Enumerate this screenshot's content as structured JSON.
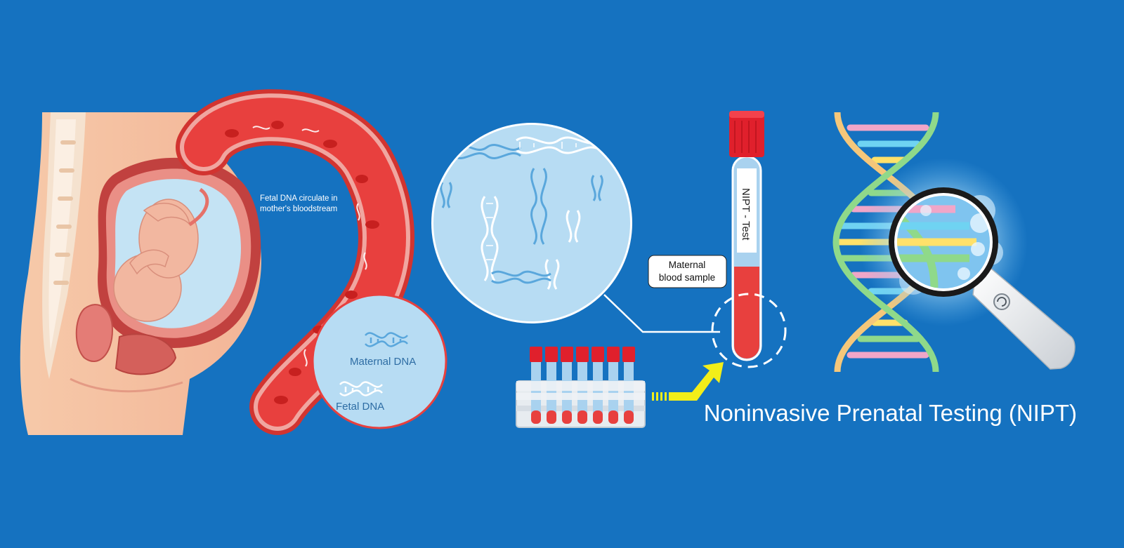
{
  "labels": {
    "fetal_circulation": [
      "Fetal DNA circulate in",
      "mother's bloodstream"
    ],
    "maternal_dna": "Maternal DNA",
    "fetal_dna": "Fetal DNA",
    "maternal_sample": [
      "Maternal",
      "blood sample"
    ],
    "tube_label": "NIPT - Test",
    "title": "Noninvasive Prenatal Testing (NIPT)"
  },
  "colors": {
    "background": "#1572c0",
    "blood": "#e8403e",
    "tube_cap": "#e0202c",
    "circle_fill": "#b7dcf3",
    "dna_blue": "#5aa7dc",
    "arrow": "#f2ee19"
  },
  "icons": [
    "magnifier-icon",
    "dna-helix-icon",
    "blood-tube-icon",
    "test-tube-rack-icon"
  ]
}
